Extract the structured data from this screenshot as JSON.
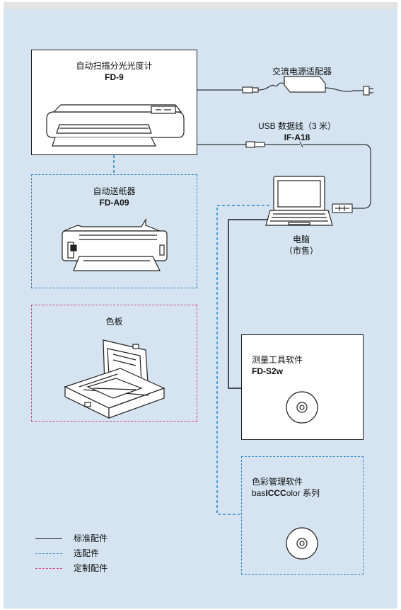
{
  "scanner": {
    "name": "自动扫描分光光度计",
    "model": "FD-9"
  },
  "adapter": {
    "name": "交流电源适配器"
  },
  "usb": {
    "name": "USB 数据线（3 米）",
    "model": "IF-A18"
  },
  "feeder": {
    "name": "自动送纸器",
    "model": "FD-A09"
  },
  "pc": {
    "name": "电脑",
    "note": "（市售）"
  },
  "chart_board": {
    "name": "色板"
  },
  "measure_sw": {
    "name": "测量工具软件",
    "model": "FD-S2w"
  },
  "color_sw": {
    "name": "色彩管理软件",
    "model_pre": "bas",
    "model_bold": "ICC",
    "model_post": "olor 系列",
    "model_C": "C"
  },
  "legend": {
    "standard": "标准配件",
    "optional": "选配件",
    "custom": "定制配件"
  },
  "colors": {
    "standard": "#1a1a1a",
    "optional": "#2a86c8",
    "custom": "#d63b8f",
    "background": "#d6e4f1"
  }
}
